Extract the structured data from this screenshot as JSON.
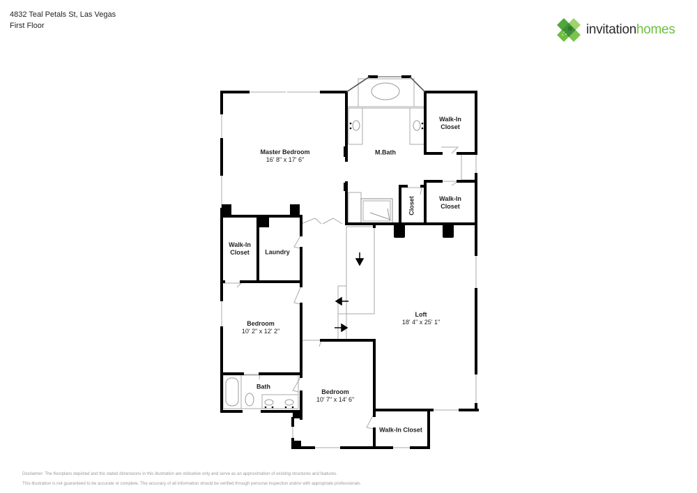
{
  "header": {
    "address": "4832 Teal Petals St, Las Vegas",
    "floor": "First Floor"
  },
  "logo": {
    "word1": "invitation",
    "word2": "homes",
    "colors": {
      "dark_green": "#3f8f36",
      "mid_green": "#6cbf3f",
      "light_green": "#9fd36b",
      "text_dark": "#2b2b2b"
    }
  },
  "rooms": {
    "master_bedroom": {
      "name": "Master Bedroom",
      "dim": "16' 8\" x 17' 6\""
    },
    "m_bath": {
      "name": "M.Bath"
    },
    "walk_in_closet_1": {
      "name": "Walk-In\nCloset",
      "line1": "Walk-In",
      "line2": "Closet"
    },
    "walk_in_closet_2": {
      "line1": "Walk-In",
      "line2": "Closet"
    },
    "closet": {
      "name": "Closet"
    },
    "walk_in_closet_3": {
      "line1": "Walk-In",
      "line2": "Closet"
    },
    "laundry": {
      "name": "Laundry"
    },
    "bedroom_1": {
      "name": "Bedroom",
      "dim": "10' 2\" x 12' 2\""
    },
    "bath": {
      "name": "Bath"
    },
    "bedroom_2": {
      "name": "Bedroom",
      "dim": "10' 7\" x 14' 6\""
    },
    "loft": {
      "name": "Loft",
      "dim": "18' 4\" x 25' 1\""
    },
    "walk_in_closet_4": {
      "name": "Walk-In Closet"
    }
  },
  "disclaimer": {
    "line1": "Disclaimer: The floorplans depicted and the stated dimensions in this illustration are indicative only and serve as an approximation of existing structures and features.",
    "line2": "This illustration is not guaranteed to be accurate or complete. The accuracy of all information should be verified through personal inspection and/or with appropriate professionals."
  }
}
